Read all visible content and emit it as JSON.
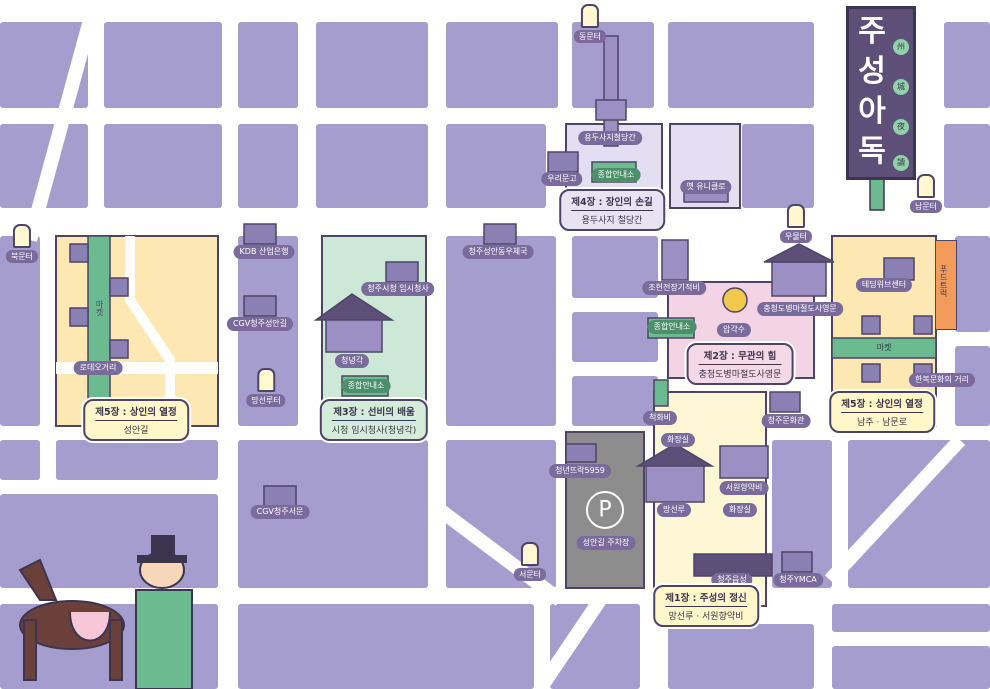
{
  "title": {
    "chars": [
      "주",
      "성",
      "아",
      "독"
    ],
    "small_chars": [
      "州",
      "城",
      "夜",
      "讀"
    ]
  },
  "colors": {
    "block": "#a59dcd",
    "road": "#ffffff",
    "outline": "#4e4566",
    "yellow_zone": "#fde7b2",
    "green_zone": "#cde8d6",
    "pink_zone": "#f3d4e4",
    "light_lav_zone": "#e3def2",
    "cream_zone": "#fdf7d6",
    "parking": "#8d8d8d",
    "label_bg": "#7a6b9c"
  },
  "gates": {
    "north": "북문터",
    "east": "동문터",
    "south": "남문터",
    "west": "서문터",
    "u": "우물터",
    "mangsun": "망선루터"
  },
  "chapters": {
    "c1": {
      "title": "제1장 : 주성의 정신",
      "sub": "망선루 · 서원향약비"
    },
    "c2": {
      "title": "제2장 : 무관의 힘",
      "sub": "충청도병마절도사영문"
    },
    "c3": {
      "title": "제3장 : 선비의 배움",
      "sub": "시청 임시청사(청녕각)"
    },
    "c4": {
      "title": "제4장 : 장인의 손길",
      "sub": "용두사지 철당간"
    },
    "c5a": {
      "title": "제5장 : 상인의 열정",
      "sub": "성안길"
    },
    "c5b": {
      "title": "제5장 : 상인의 열정",
      "sub": "남주 · 남문로"
    }
  },
  "labels": {
    "kdb": "KDB 산업은행",
    "cgv1": "CGV청주성안길",
    "cgv2": "CGV청주서문",
    "rodeo": "로데오거리",
    "market1": "마켓",
    "market2": "마켓",
    "cityhall": "청주시청 임시청사",
    "cheongnyeong": "청녕각",
    "info1": "종합안내소",
    "info2": "종합안내소",
    "info3": "종합안내소",
    "post": "청주성안동우체국",
    "yongdu": "용두사지철당간",
    "urimungo": "우리문고",
    "uniqlo": "옛 유니클로",
    "jowon": "조헌전장기적비",
    "apgak": "압각수",
    "byeongma": "충청도병마절도사영문",
    "techo": "테딩위브센터",
    "hanbok": "한복문화의 거리",
    "foodtruck": "푸드트럭",
    "cultural": "청주문화관",
    "youth": "청년뜨락5959",
    "parking": "성안길 주차장",
    "jeokhwabi": "척화비",
    "restroom1": "화장실",
    "restroom2": "화장실",
    "mangseonru": "망선루",
    "seowon": "서원향약비",
    "jungang": "청주읍성",
    "ymca": "청주YMCA",
    "parking_icon": "P"
  }
}
